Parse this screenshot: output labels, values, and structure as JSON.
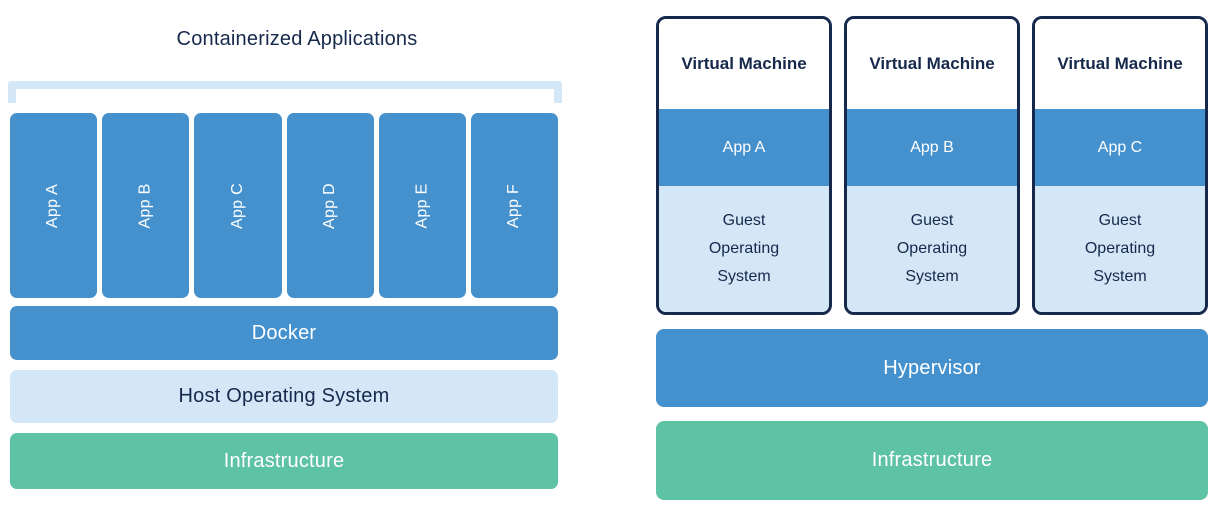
{
  "diagram": {
    "left": {
      "title": "Containerized Applications",
      "apps": [
        "App A",
        "App B",
        "App C",
        "App D",
        "App E",
        "App F"
      ],
      "layers": {
        "docker": "Docker",
        "host_os": "Host Operating System",
        "infrastructure": "Infrastructure"
      }
    },
    "right": {
      "vms": [
        {
          "title": "Virtual Machine",
          "app": "App A",
          "guest_os": "Guest Operating System"
        },
        {
          "title": "Virtual Machine",
          "app": "App B",
          "guest_os": "Guest Operating System"
        },
        {
          "title": "Virtual Machine",
          "app": "App C",
          "guest_os": "Guest Operating System"
        }
      ],
      "layers": {
        "hypervisor": "Hypervisor",
        "infrastructure": "Infrastructure"
      }
    },
    "colors": {
      "blue": "#4591cd",
      "light_blue": "#d4e7f7",
      "green": "#5ec2a5",
      "navy": "#16294c",
      "white_text": "#ffffff"
    }
  }
}
